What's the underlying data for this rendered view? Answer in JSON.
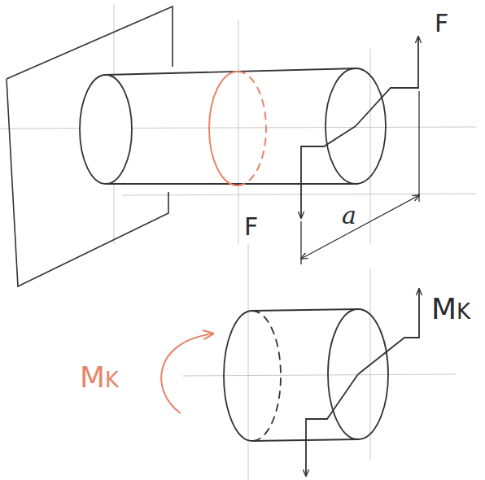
{
  "diagram": {
    "labels": [
      "F",
      "F",
      "a",
      "MK",
      "MK"
    ]
  }
}
